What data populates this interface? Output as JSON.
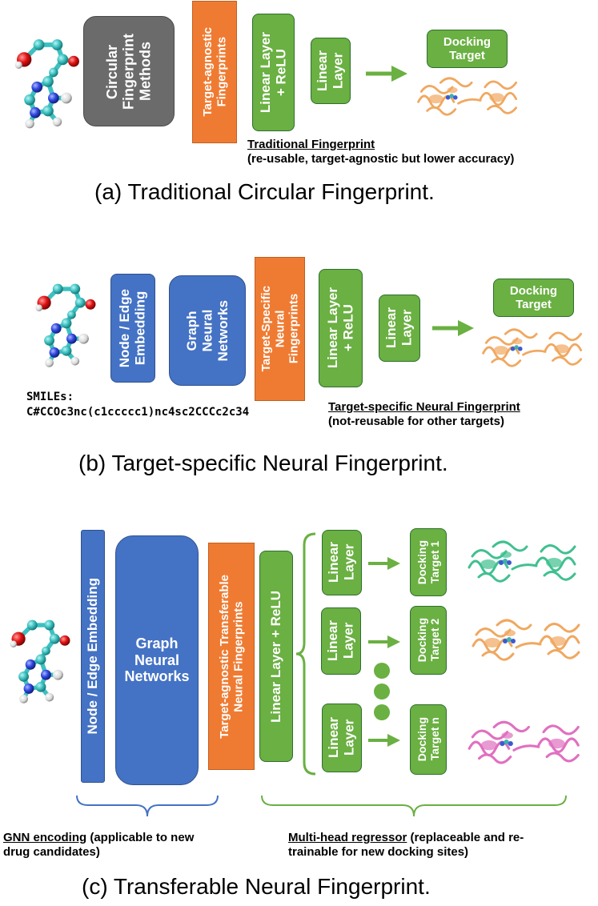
{
  "colors": {
    "gray": "#6b6b6b",
    "orange": "#ef7b32",
    "green": "#6ab042",
    "blue": "#4472c4",
    "arrow": "#6ab042",
    "brace_green": "#6ab042",
    "brace_blue": "#4472c4",
    "protein_orange": "#f0a860",
    "protein_teal": "#40c090",
    "protein_pink": "#e070c0"
  },
  "panel_a": {
    "circular": "Circular\nFingerprint\nMethods",
    "fingerprints": "Target-agnostic\nFingerprints",
    "linear_relu": "Linear Layer\n+ ReLU",
    "linear": "Linear\nLayer",
    "docking": "Docking\nTarget",
    "note_title": "Traditional Fingerprint",
    "note_body": "(re-usable, target-agnostic but lower accuracy)",
    "caption": "(a) Traditional Circular Fingerprint."
  },
  "panel_b": {
    "embedding": "Node / Edge\nEmbedding",
    "gnn": "Graph\nNeural\nNetworks",
    "fingerprints": "Target-Specific\nNeural\nFingerprints",
    "linear_relu": "Linear Layer\n+ ReLU",
    "linear": "Linear\nLayer",
    "docking": "Docking\nTarget",
    "smiles_label": "SMILEs:",
    "smiles": "C#CCOc3nc(c1ccccc1)nc4sc2CCCc2c34",
    "note_title": "Target-specific Neural Fingerprint",
    "note_body": "(not-reusable for other targets)",
    "caption": "(b) Target-specific Neural Fingerprint."
  },
  "panel_c": {
    "embedding": "Node / Edge Embedding",
    "gnn": "Graph\nNeural\nNetworks",
    "fingerprints": "Target-agnostic Transferable\nNeural Fingerprints",
    "linear_relu": "Linear Layer + ReLU",
    "heads": [
      {
        "linear": "Linear\nLayer",
        "docking": "Docking\nTarget 1"
      },
      {
        "linear": "Linear\nLayer",
        "docking": "Docking\nTarget 2"
      },
      {
        "linear": "Linear\nLayer",
        "docking": "Docking\nTarget n"
      }
    ],
    "gnn_note_title": "GNN encoding",
    "gnn_note_rest": " (applicable to new",
    "gnn_note_line2": "drug candidates)",
    "mh_note_title": "Multi-head regressor",
    "mh_note_rest": " (replaceable and re-",
    "mh_note_line2": "trainable for new docking sites)",
    "caption": "(c) Transferable Neural Fingerprint."
  }
}
